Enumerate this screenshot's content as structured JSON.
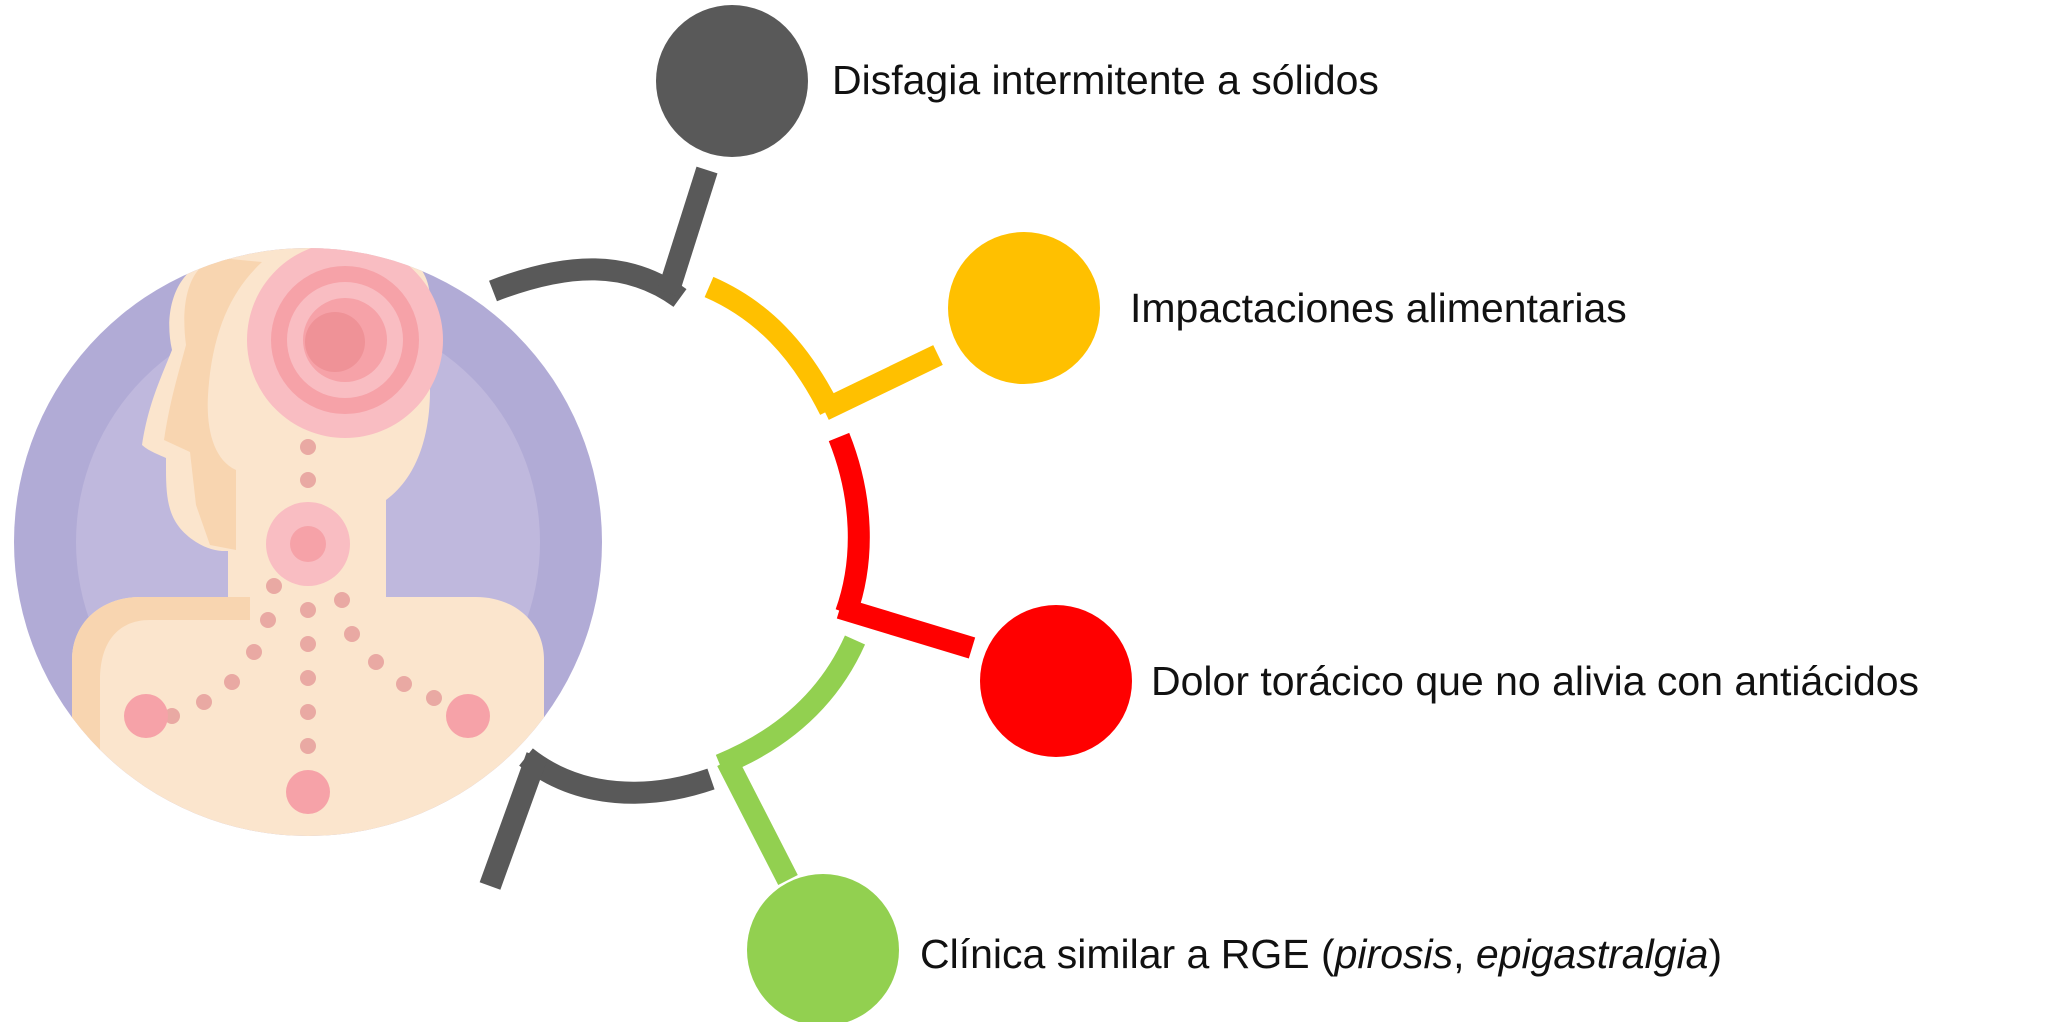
{
  "colors": {
    "dark": "#595959",
    "yellow": "#FFC000",
    "red": "#FF0000",
    "green": "#92D050",
    "figure_circle_outer": "#B1ABD6",
    "figure_circle_inner": "#BFB8DD",
    "body_fill": "#FBE5CD",
    "body_shade": "#F8D5B0",
    "pain_pink": "#F6A2A8",
    "pain_pink_light": "#F9BDC2",
    "dot_pink": "#E9A9A3"
  },
  "figure": {
    "icon": "human-pain-points-icon"
  },
  "items": [
    {
      "text": "Disfagia intermitente a sólidos",
      "color_key": "dark",
      "parts": [
        {
          "text": "Disfagia intermitente a sólidos",
          "italic": false
        }
      ]
    },
    {
      "text": "Impactaciones alimentarias",
      "color_key": "yellow",
      "parts": [
        {
          "text": "Impactaciones alimentarias",
          "italic": false
        }
      ]
    },
    {
      "text": "Dolor torácico que no alivia con antiácidos",
      "color_key": "red",
      "parts": [
        {
          "text": "Dolor torácico que no alivia con antiácidos",
          "italic": false
        }
      ]
    },
    {
      "text": "Clínica similar a RGE (pirosis, epigastralgia)",
      "color_key": "green",
      "parts": [
        {
          "text": "Clínica similar a RGE (",
          "italic": false
        },
        {
          "text": "pirosis",
          "italic": true
        },
        {
          "text": ", ",
          "italic": false
        },
        {
          "text": "epigastralgia",
          "italic": true
        },
        {
          "text": ")",
          "italic": false
        }
      ]
    }
  ]
}
